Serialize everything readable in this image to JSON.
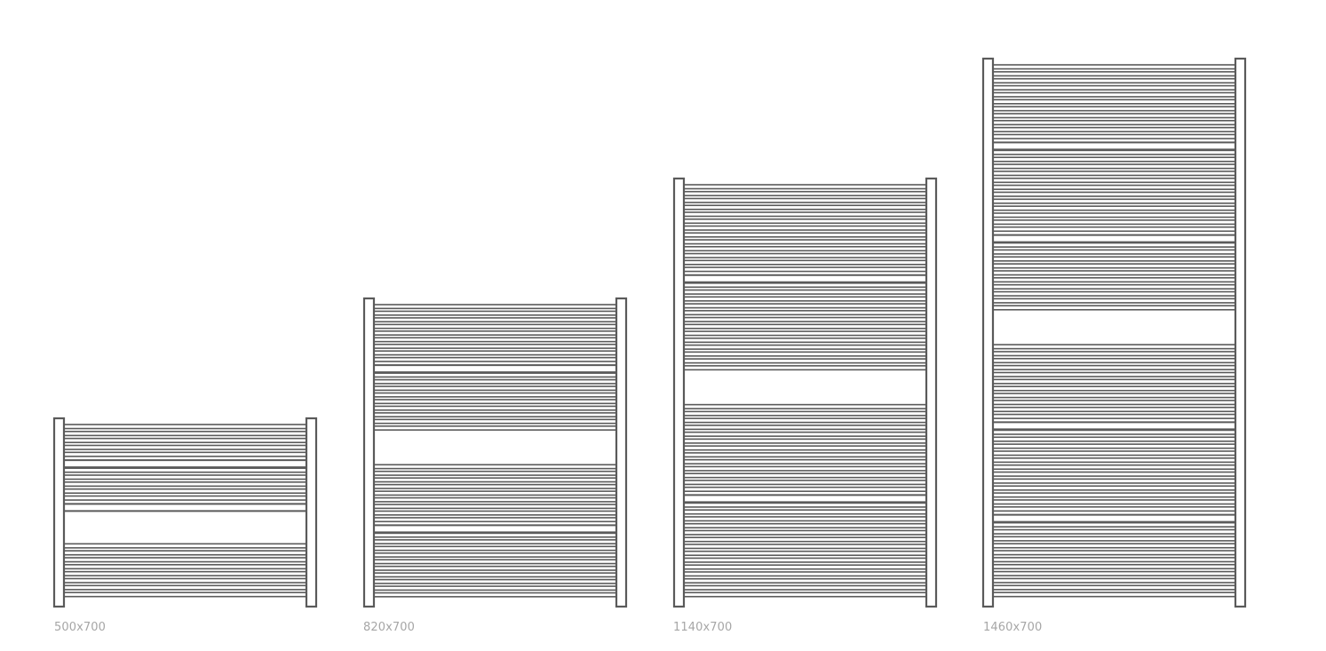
{
  "line_color": "#5a5a5a",
  "label_color": "#a6a6a6",
  "background": "#ffffff",
  "radiators": [
    {
      "label": "500x700"
    },
    {
      "label": "820x700"
    },
    {
      "label": "1140x700"
    },
    {
      "label": "1460x700"
    }
  ]
}
